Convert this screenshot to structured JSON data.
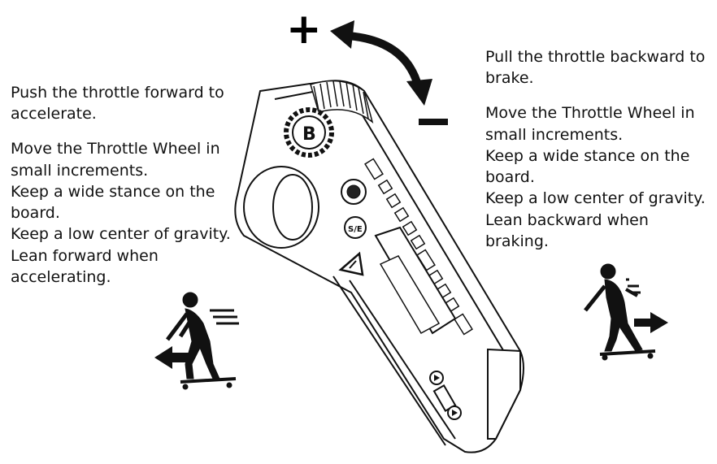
{
  "symbols": {
    "plus": "+",
    "minus": "−"
  },
  "left_panel": {
    "heading_lines": [
      "Push the throttle forward to",
      "accelerate."
    ],
    "tip_lines": [
      "Move the Throttle Wheel in",
      "small increments.",
      "Keep a wide stance on the",
      "board.",
      "Keep a low center of gravity.",
      "Lean forward when",
      "accelerating."
    ]
  },
  "right_panel": {
    "heading_lines": [
      "Pull the throttle backward to",
      "brake."
    ],
    "tip_lines": [
      "Move the Throttle Wheel in",
      "small increments.",
      "Keep a wide stance on the",
      "board.",
      "Keep a low center of gravity.",
      "Lean backward when",
      "braking."
    ]
  },
  "remote": {
    "logo_text": "B",
    "se_button_label": "S/E"
  },
  "colors": {
    "ink": "#111111",
    "paper": "#ffffff"
  }
}
